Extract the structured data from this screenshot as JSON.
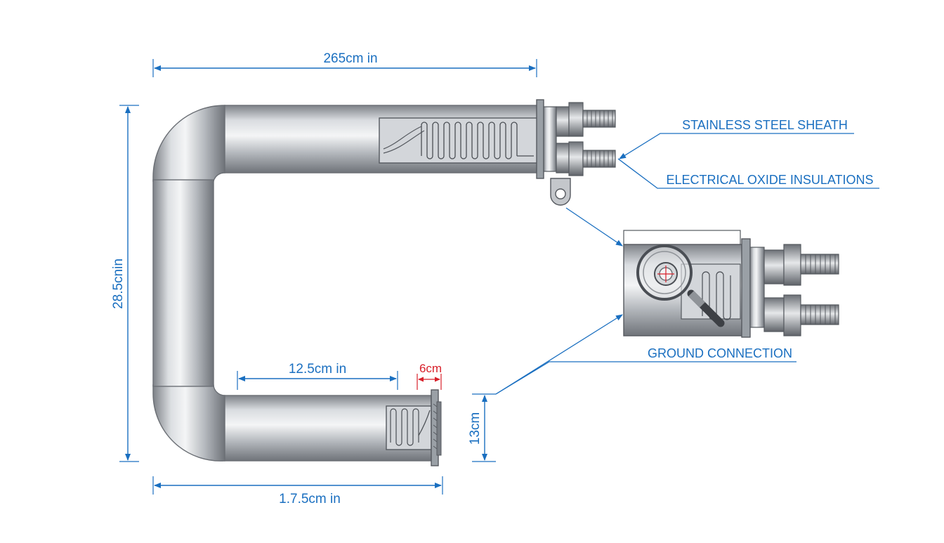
{
  "dimensions": {
    "overall_width": "265cm in",
    "overall_height": "28.5cnin",
    "inner_leg_length": "12.5cm in",
    "flange_offset": "6cm",
    "bottom_length": "1.7.5cm in",
    "terminal_height": "13cm"
  },
  "callouts": {
    "sheath": "STAINLESS STEEL SHEATH",
    "insulation": "ELECTRICAL OXIDE INSULATIONS",
    "ground": "GROUND CONNECTION"
  },
  "colors": {
    "dimension_line": "#1a6fc0",
    "offset_dimension": "#d8202a",
    "callout_text": "#1a6fc0",
    "tube_steel": "#b9bdc3"
  }
}
